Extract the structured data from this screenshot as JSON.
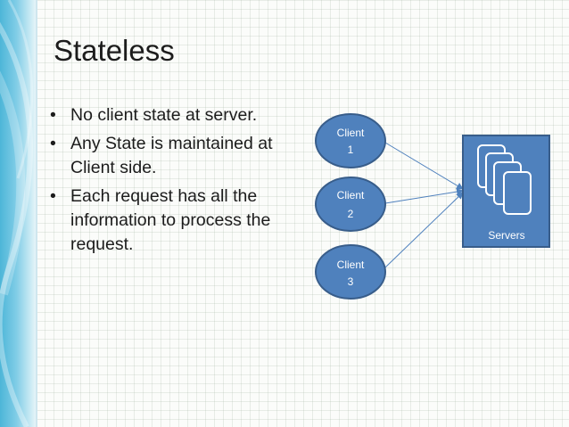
{
  "slide": {
    "title": "Stateless",
    "bullets": [
      "No client state at server.",
      "Any State is maintained at Client side.",
      "Each request has all the information to process the request."
    ],
    "bullet_glyph": "•"
  },
  "diagram": {
    "clients": [
      {
        "line1": "Client",
        "line2": "1"
      },
      {
        "line1": "Client",
        "line2": "2"
      },
      {
        "line1": "Client",
        "line2": "3"
      }
    ],
    "server": {
      "label": "Servers",
      "icon": "server-stack-icon"
    }
  },
  "colors": {
    "node_fill": "#4f81bd",
    "node_stroke": "#385d8a",
    "server_card_fill": "#4f81bd",
    "arrow": "#4f81bd",
    "left_band": "#4db6d8"
  }
}
